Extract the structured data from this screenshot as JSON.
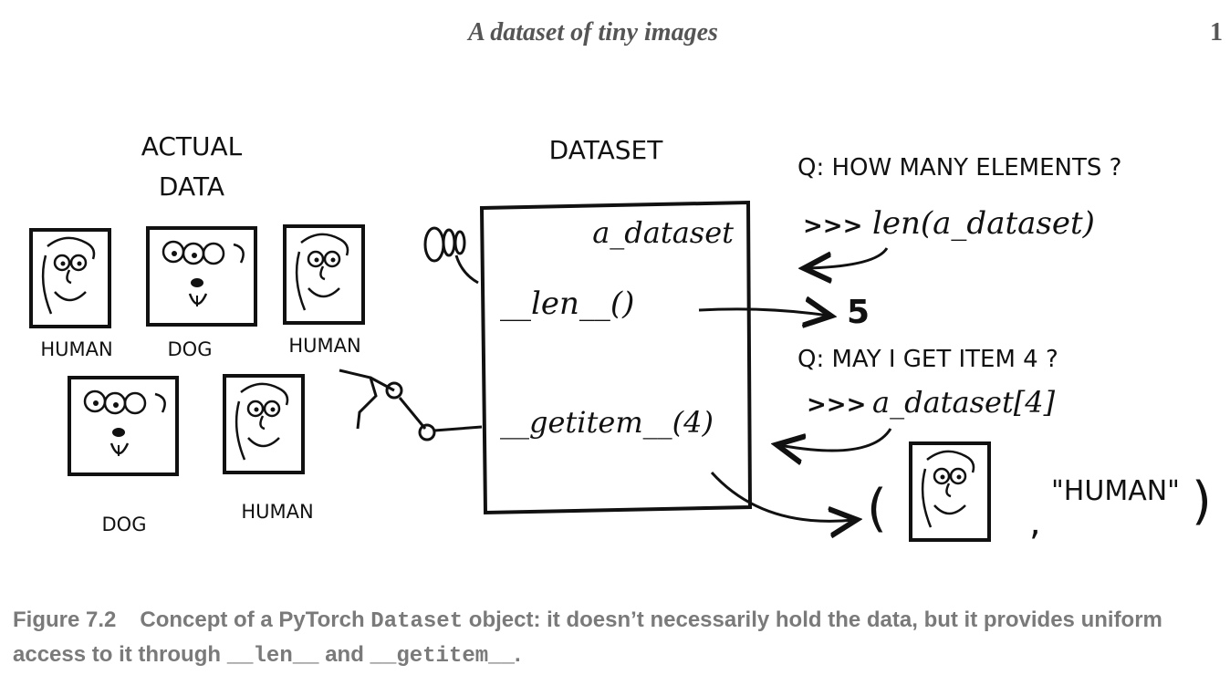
{
  "header": {
    "running_title": "A dataset of tiny images",
    "page_number": "1"
  },
  "figure": {
    "actual_data_label_line1": "ACTUAL",
    "actual_data_label_line2": "DATA",
    "dataset_label": "DATASET",
    "dataset_instance": "a_dataset",
    "len_method": "__len__()",
    "getitem_method": "__getitem__(4)",
    "items": [
      {
        "label": "HUMAN"
      },
      {
        "label": "DOG"
      },
      {
        "label": "HUMAN"
      },
      {
        "label": "DOG"
      },
      {
        "label": "HUMAN"
      }
    ],
    "q1": "Q: HOW MANY ELEMENTS ?",
    "prompt1": ">>>",
    "code1": "len(a_dataset)",
    "len_result": "5",
    "q2": "Q: MAY I GET ITEM 4 ?",
    "prompt2": ">>>",
    "code2": "a_dataset[4]",
    "tuple_open": "(",
    "tuple_comma": ",",
    "tuple_label": "\"HUMAN\"",
    "tuple_close": ")"
  },
  "caption": {
    "figure_number": "Figure 7.2",
    "part1": "Concept of a PyTorch ",
    "code_dataset": "Dataset",
    "part2": " object: it doesn’t necessarily hold the data, but it provides uniform access to it through ",
    "code_len": "__len__",
    "part3": " and ",
    "code_getitem": "__getitem__",
    "part4": "."
  }
}
